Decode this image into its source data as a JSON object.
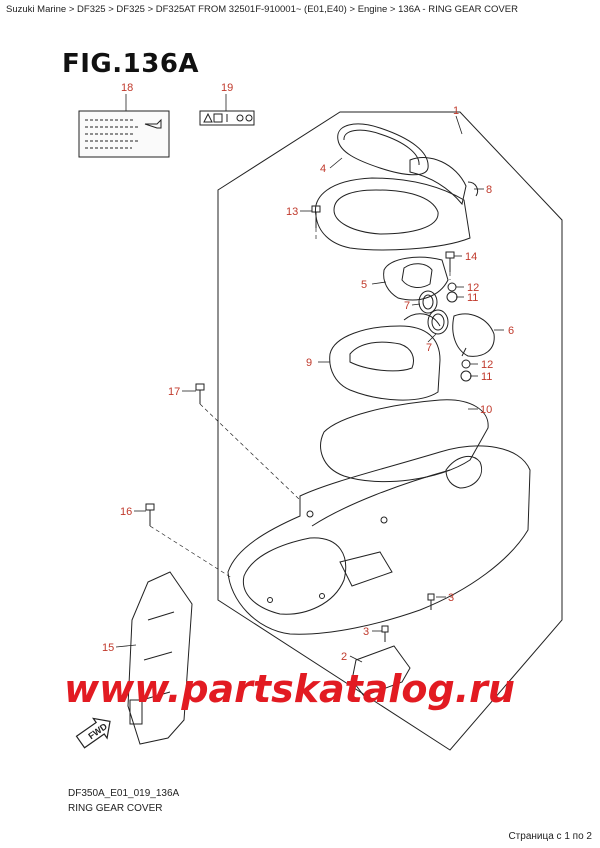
{
  "breadcrumb": [
    "Suzuki Marine",
    ">",
    "DF325",
    ">",
    "DF325",
    ">",
    "DF325AT FROM 32501F-910001~ (E01,E40)",
    ">",
    "Engine",
    ">",
    "136A - RING GEAR COVER"
  ],
  "figure_title": "FIG.136A",
  "callouts": {
    "c18": "18",
    "c19": "19",
    "c1": "1",
    "c4": "4",
    "c8": "8",
    "c13": "13",
    "c14": "14",
    "c5": "5",
    "c12a": "12",
    "c11a": "11",
    "c7a": "7",
    "c7b": "7",
    "c6": "6",
    "c9": "9",
    "c12b": "12",
    "c11b": "11",
    "c17": "17",
    "c10": "10",
    "c16": "16",
    "c3a": "3",
    "c3b": "3",
    "c15": "15",
    "c2": "2"
  },
  "watermark": "www.partskatalog.ru",
  "fwd_label": "FWD",
  "footer_code": "DF350A_E01_019_136A",
  "footer_name": "RING GEAR COVER",
  "page_info": "Страница с 1 по 2",
  "colors": {
    "callout": "#c0392b",
    "watermark": "#e21b22",
    "line": "#222222"
  }
}
